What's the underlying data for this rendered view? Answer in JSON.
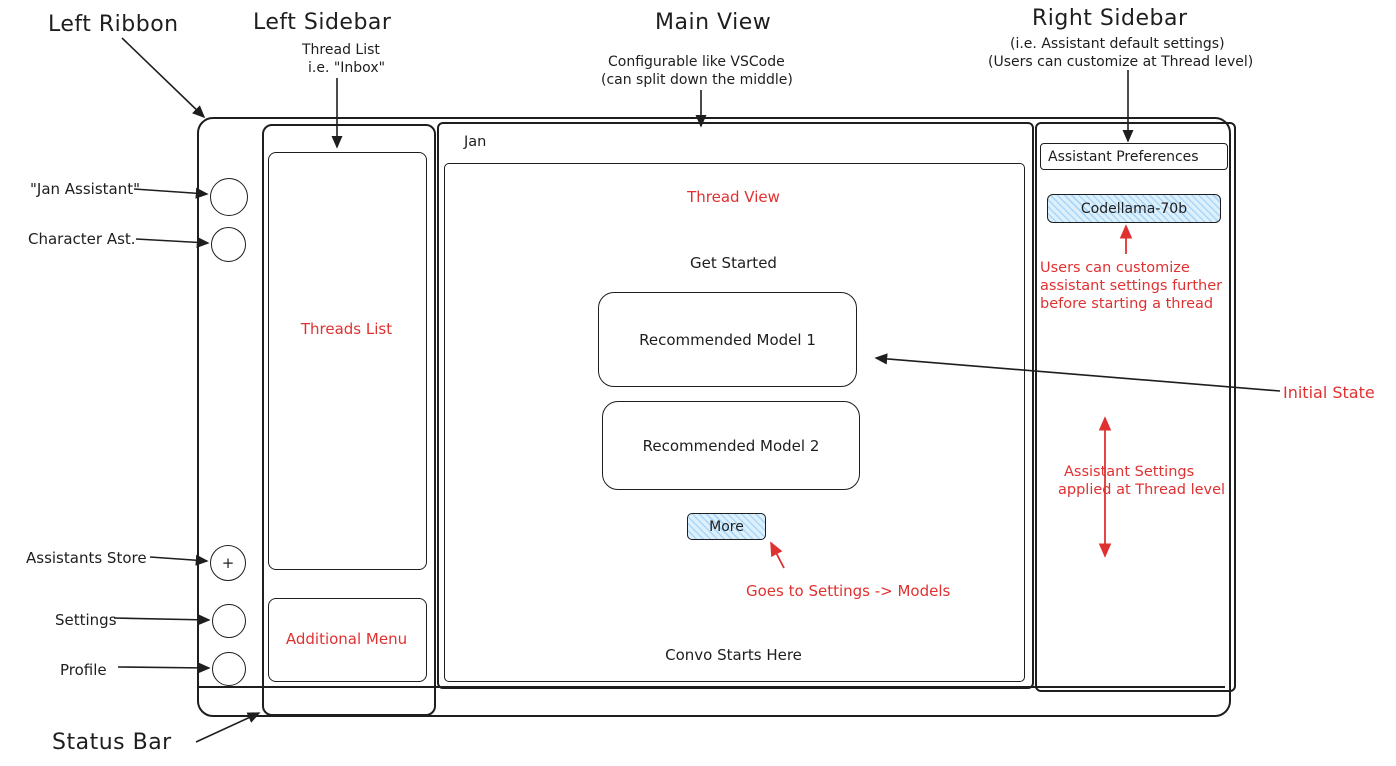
{
  "labels": {
    "left_ribbon": "Left Ribbon",
    "left_sidebar": "Left Sidebar",
    "thread_list_note1": "Thread List",
    "thread_list_note2": "i.e. \"Inbox\"",
    "main_view": "Main View",
    "main_view_note1": "Configurable like VSCode",
    "main_view_note2": "(can split down the middle)",
    "right_sidebar": "Right Sidebar",
    "right_sidebar_note1": "(i.e. Assistant default settings)",
    "right_sidebar_note2": "(Users can customize at Thread level)",
    "jan_assistant": "\"Jan Assistant\"",
    "character_ast": "Character Ast.",
    "assistants_store": "Assistants Store",
    "settings": "Settings",
    "profile": "Profile",
    "status_bar": "Status Bar",
    "initial_state": "Initial State"
  },
  "window": {
    "title": "Jan",
    "ribbon": {
      "plus": "+"
    },
    "sidebar": {
      "threads_list": "Threads List",
      "additional_menu": "Additional Menu"
    },
    "main": {
      "thread_view": "Thread View",
      "get_started": "Get Started",
      "model1": "Recommended Model 1",
      "model2": "Recommended Model 2",
      "more": "More",
      "goes_to_models": "Goes to Settings -> Models",
      "convo_starts": "Convo Starts Here"
    },
    "right": {
      "header": "Assistant Preferences",
      "model_chip": "Codellama-70b",
      "customize_note": [
        "Users can customize",
        "assistant settings further",
        "before starting a thread"
      ],
      "thread_level_note": [
        "Assistant Settings",
        "applied at Thread level"
      ]
    }
  },
  "colors": {
    "ink": "#1e1e1e",
    "annotation_red": "#e03131",
    "hatch_blue": "#4dabf7"
  }
}
